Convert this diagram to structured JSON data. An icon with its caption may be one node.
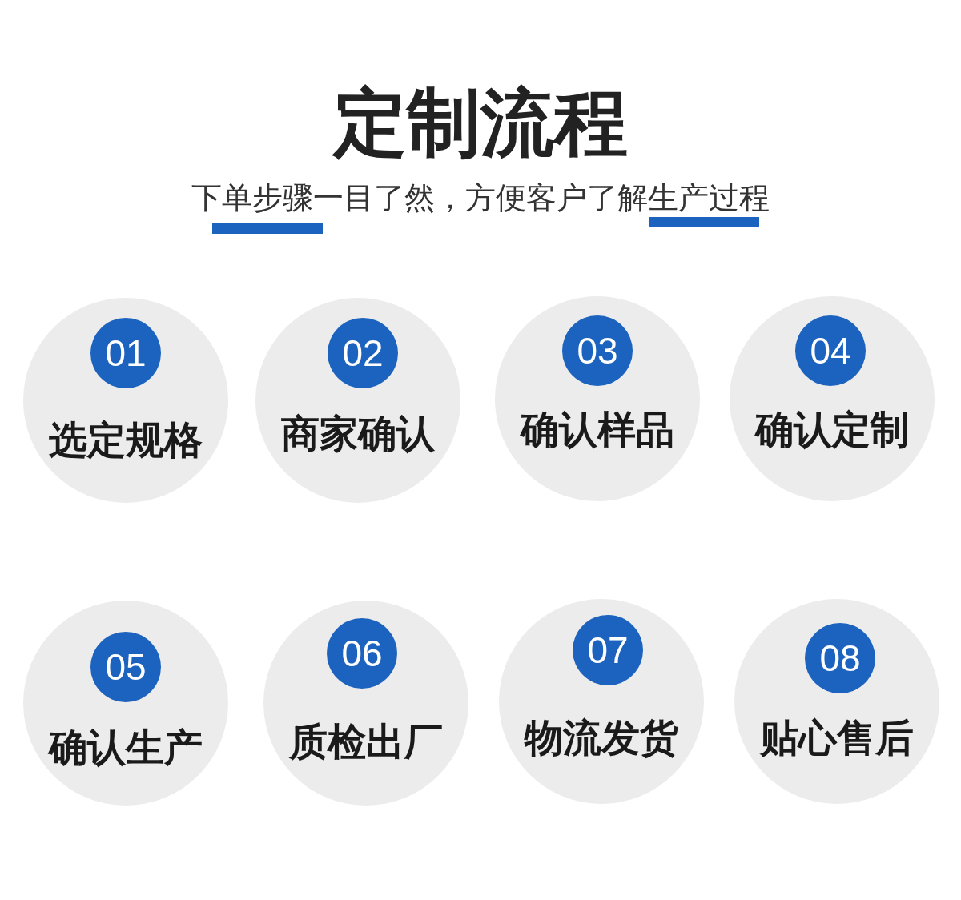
{
  "diagram": {
    "title": "定制流程",
    "nodes": [
      {
        "text": [
          "选定规格"
        ]
      },
      {
        "text": [
          "01"
        ],
        "in": 0
      },
      {
        "text": [
          "商家确认"
        ]
      },
      {
        "text": [
          "02"
        ],
        "in": 2
      },
      {
        "text": [
          "确认样品"
        ]
      },
      {
        "text": [
          "03"
        ],
        "in": 4
      },
      {
        "text": [
          "确认定制"
        ]
      },
      {
        "text": [
          "04"
        ],
        "in": 6
      },
      {
        "text": [
          "确认生产"
        ]
      },
      {
        "text": [
          "05"
        ],
        "in": 8
      },
      {
        "text": [
          "质检出厂"
        ]
      },
      {
        "text": [
          "06"
        ],
        "in": 10
      },
      {
        "text": [
          "物流发货"
        ]
      },
      {
        "text": [
          "07"
        ],
        "in": 12
      },
      {
        "text": [
          "贴心售后"
        ]
      },
      {
        "text": [
          "08"
        ],
        "in": 14
      }
    ],
    "labels": [
      "下单步骤一目了然，方便客户了解生产过程"
    ]
  }
}
